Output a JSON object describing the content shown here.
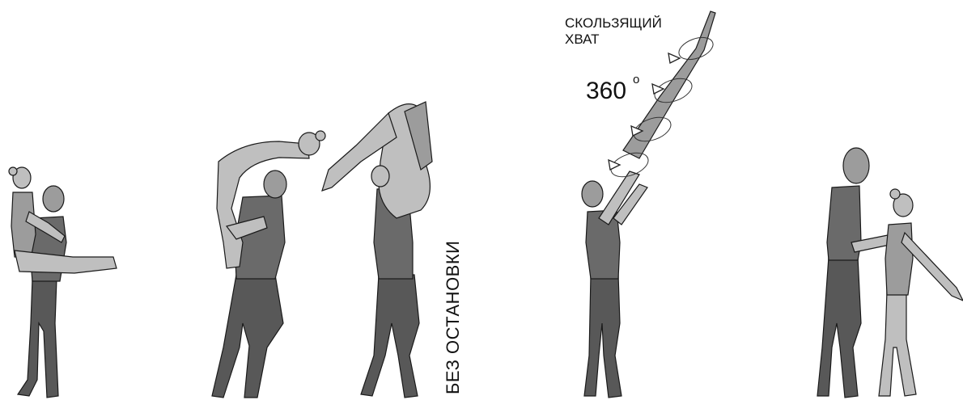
{
  "labels": {
    "no_stop": "БЕЗ ОСТАНОВКИ",
    "sliding_grip_line1": "СКОЛЬЗЯЩИЙ",
    "sliding_grip_line2": "ХВАТ",
    "rotation": "360",
    "degree": "o"
  },
  "colors": {
    "partner_dark": "#6e6e6e",
    "partner_darker": "#5b5b5b",
    "partner_light": "#bdbdbd",
    "partner_mid": "#a0a0a0",
    "outline": "#1a1a1a",
    "arrow": "#222222"
  }
}
